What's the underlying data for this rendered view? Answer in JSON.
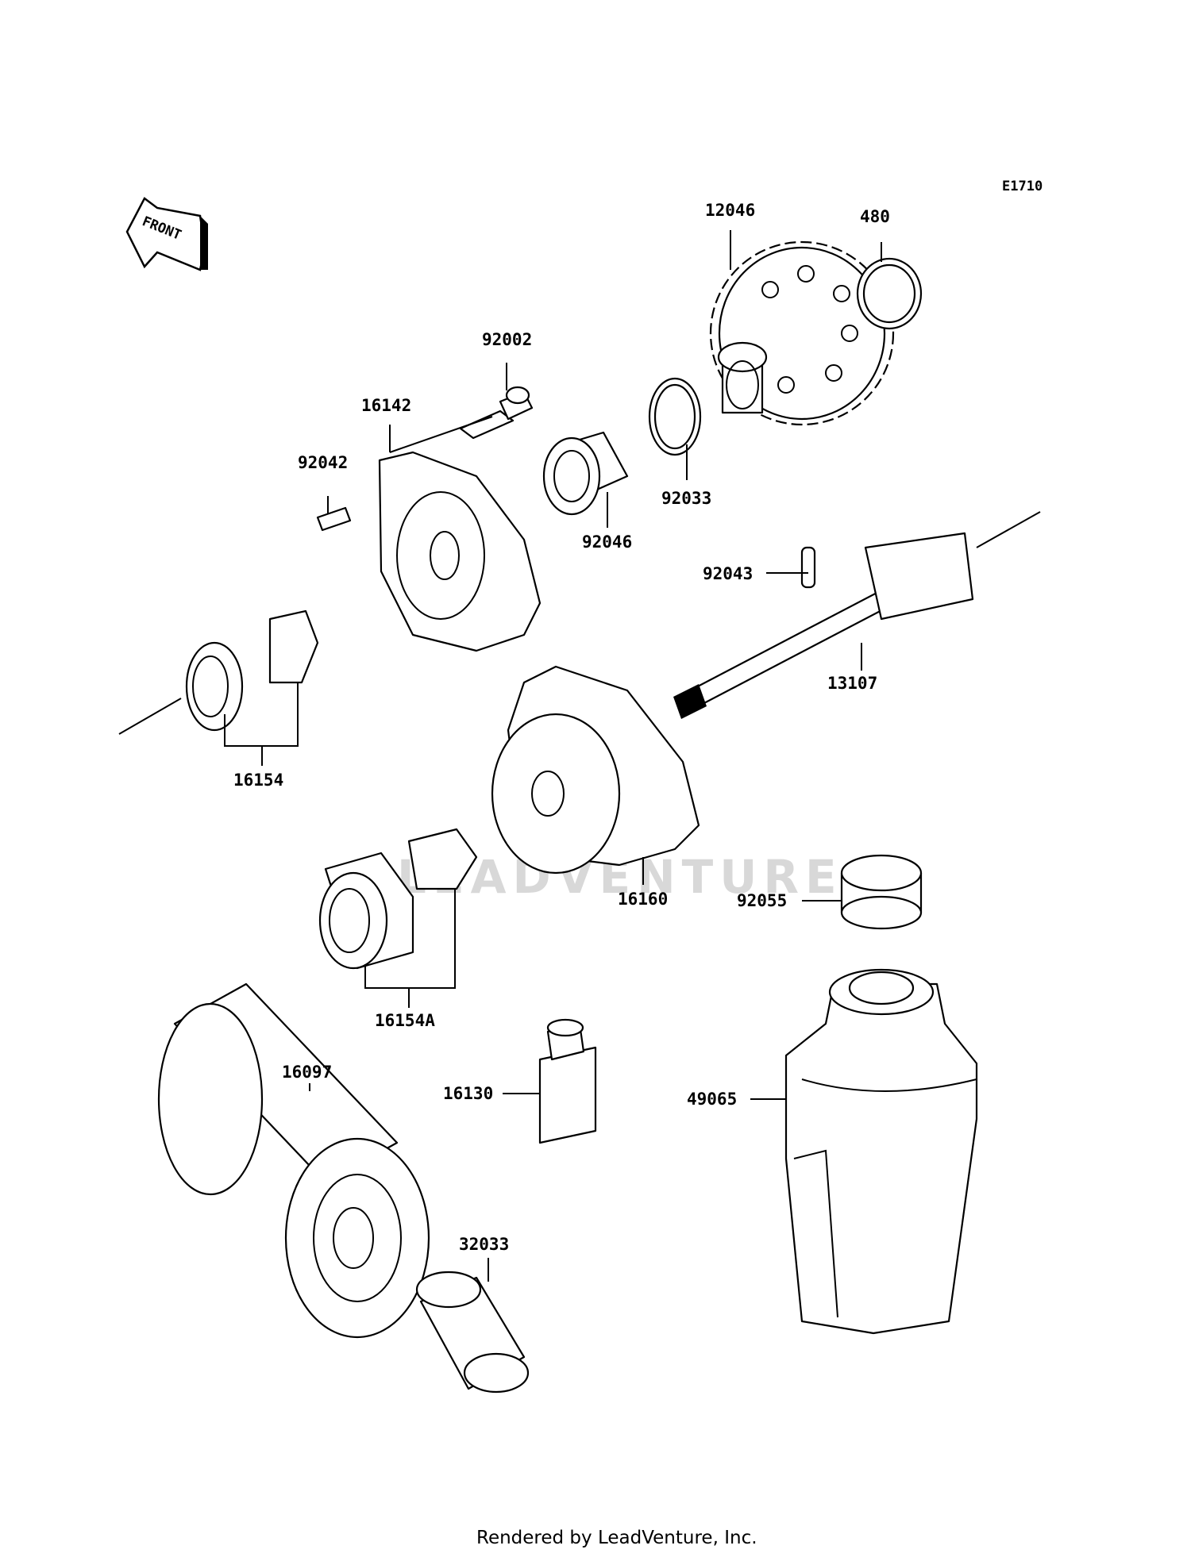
{
  "diagram_code": "E1710",
  "front_label": "FRONT",
  "watermark": "LEADVENTURE",
  "footer": "Rendered by LeadVenture, Inc.",
  "parts": {
    "p12046": "12046",
    "p480": "480",
    "p92002": "92002",
    "p16142": "16142",
    "p92042": "92042",
    "p92033": "92033",
    "p92046": "92046",
    "p92043": "92043",
    "p13107": "13107",
    "p16154": "16154",
    "p16160": "16160",
    "p92055": "92055",
    "p16154A": "16154A",
    "p16097": "16097",
    "p16130": "16130",
    "p49065": "49065",
    "p32033": "32033"
  }
}
